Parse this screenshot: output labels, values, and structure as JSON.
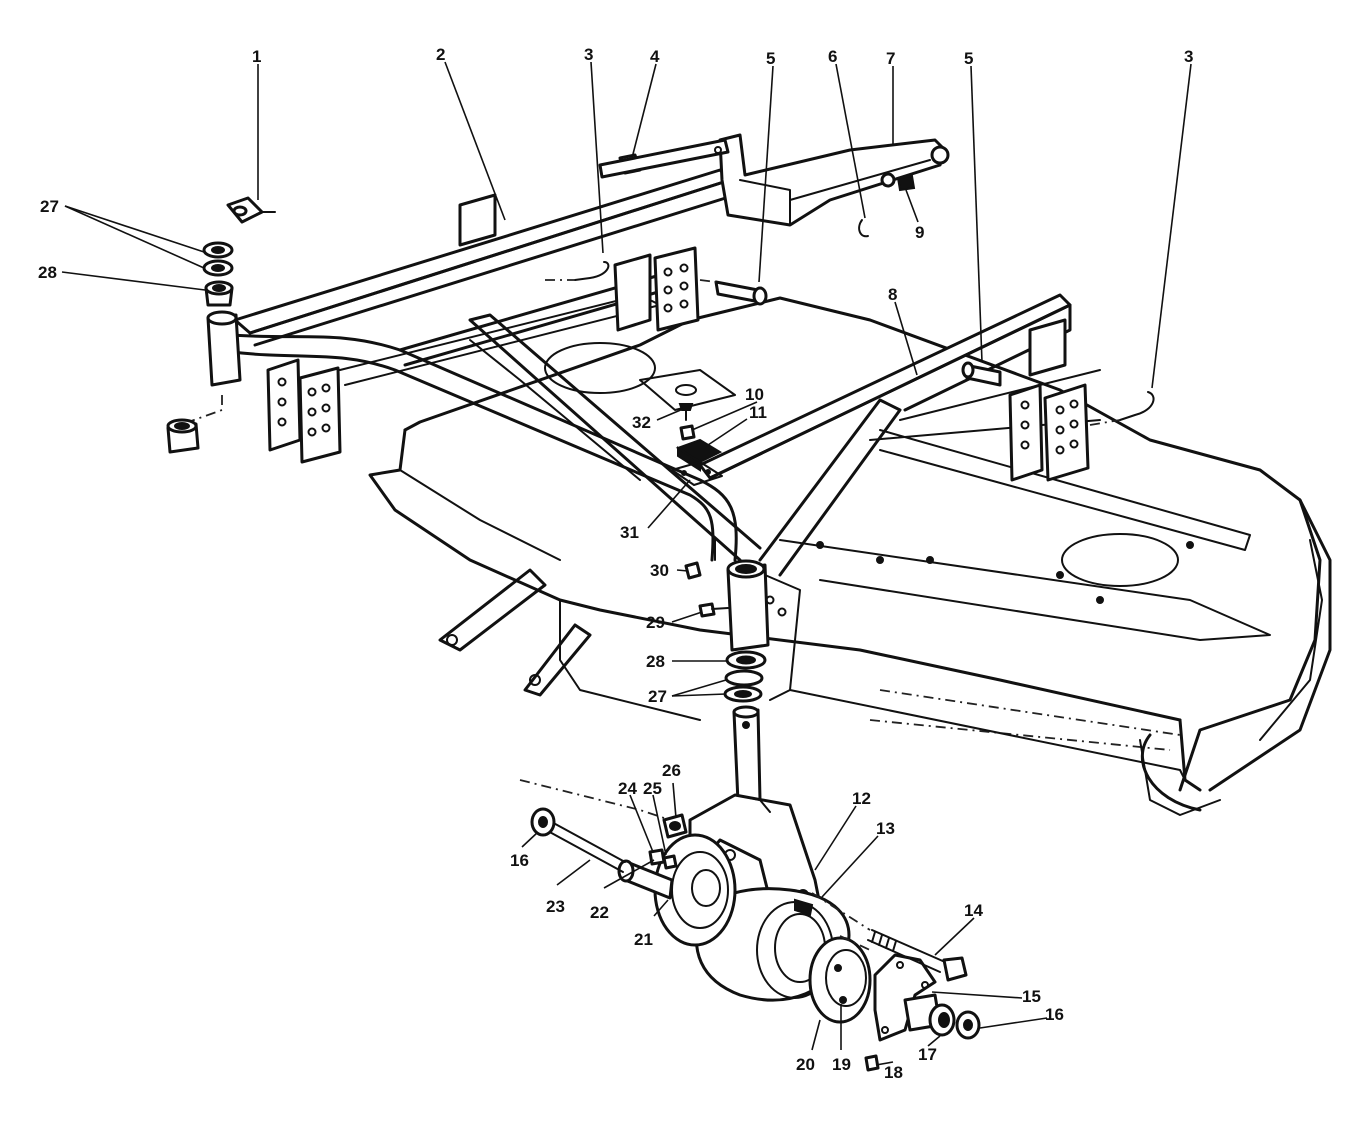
{
  "diagram": {
    "callouts": [
      {
        "id": "c1",
        "label": "1"
      },
      {
        "id": "c2",
        "label": "2"
      },
      {
        "id": "c3a",
        "label": "3"
      },
      {
        "id": "c3b",
        "label": "3"
      },
      {
        "id": "c4",
        "label": "4"
      },
      {
        "id": "c5a",
        "label": "5"
      },
      {
        "id": "c5b",
        "label": "5"
      },
      {
        "id": "c6",
        "label": "6"
      },
      {
        "id": "c7",
        "label": "7"
      },
      {
        "id": "c8",
        "label": "8"
      },
      {
        "id": "c9",
        "label": "9"
      },
      {
        "id": "c10",
        "label": "10"
      },
      {
        "id": "c11",
        "label": "11"
      },
      {
        "id": "c12",
        "label": "12"
      },
      {
        "id": "c13",
        "label": "13"
      },
      {
        "id": "c14",
        "label": "14"
      },
      {
        "id": "c15",
        "label": "15"
      },
      {
        "id": "c16a",
        "label": "16"
      },
      {
        "id": "c16b",
        "label": "16"
      },
      {
        "id": "c17",
        "label": "17"
      },
      {
        "id": "c18",
        "label": "18"
      },
      {
        "id": "c19",
        "label": "19"
      },
      {
        "id": "c20",
        "label": "20"
      },
      {
        "id": "c21",
        "label": "21"
      },
      {
        "id": "c22",
        "label": "22"
      },
      {
        "id": "c23",
        "label": "23"
      },
      {
        "id": "c24",
        "label": "24"
      },
      {
        "id": "c25",
        "label": "25"
      },
      {
        "id": "c26",
        "label": "26"
      },
      {
        "id": "c27a",
        "label": "27"
      },
      {
        "id": "c27b",
        "label": "27"
      },
      {
        "id": "c28a",
        "label": "28"
      },
      {
        "id": "c28b",
        "label": "28"
      },
      {
        "id": "c29",
        "label": "29"
      },
      {
        "id": "c30",
        "label": "30"
      },
      {
        "id": "c31",
        "label": "31"
      },
      {
        "id": "c32",
        "label": "32"
      }
    ]
  }
}
